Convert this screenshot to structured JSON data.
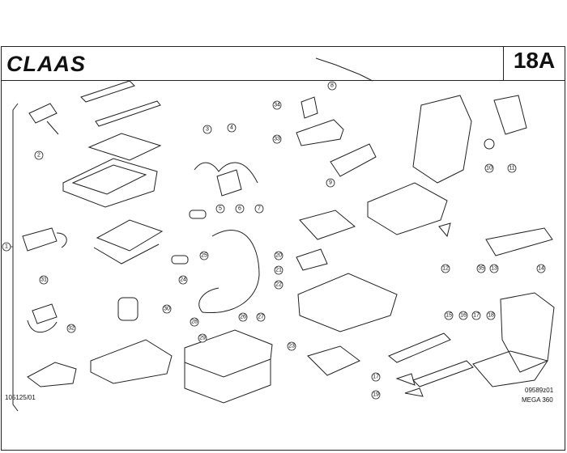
{
  "header": {
    "brand": "CLAAS",
    "page_number": "18A"
  },
  "footer": {
    "left_code": "105125/01",
    "drawing_code": "09589z01",
    "model": "MEGA 360"
  },
  "callouts": [
    "1",
    "2",
    "3",
    "4",
    "5",
    "6",
    "7",
    "8",
    "9",
    "10",
    "11",
    "12",
    "13",
    "14",
    "15",
    "16",
    "17",
    "17",
    "18",
    "19",
    "20",
    "21",
    "22",
    "23",
    "24",
    "25",
    "26",
    "27",
    "28",
    "29",
    "30",
    "31",
    "32",
    "33",
    "34",
    "35"
  ]
}
